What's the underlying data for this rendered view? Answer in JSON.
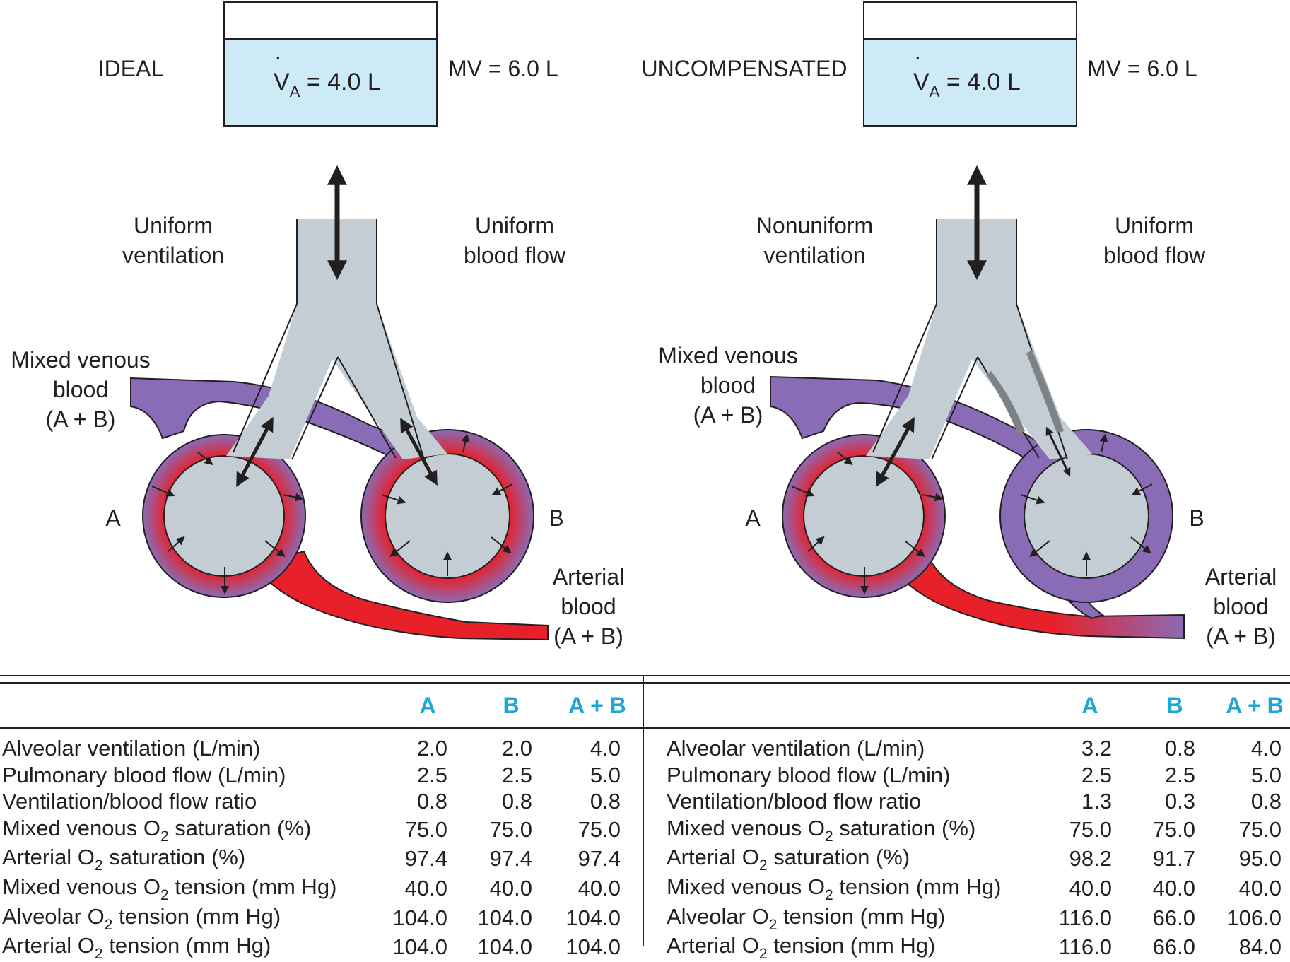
{
  "panels": [
    {
      "title": "IDEAL",
      "va_symbol": "V",
      "va_subscript": "A",
      "va_value": "= 4.0 L",
      "mv": "MV = 6.0 L",
      "ventilation_label": [
        "Uniform",
        "ventilation"
      ],
      "bloodflow_label": [
        "Uniform",
        "blood flow"
      ],
      "mixed_venous_label": [
        "Mixed venous",
        "blood",
        "(A + B)"
      ],
      "arterial_label": [
        "Arterial",
        "blood",
        "(A + B)"
      ],
      "unit_a": "A",
      "unit_b": "B"
    },
    {
      "title": "UNCOMPENSATED",
      "va_symbol": "V",
      "va_subscript": "A",
      "va_value": "= 4.0 L",
      "mv": "MV = 6.0 L",
      "ventilation_label": [
        "Nonuniform",
        "ventilation"
      ],
      "bloodflow_label": [
        "Uniform",
        "blood flow"
      ],
      "mixed_venous_label": [
        "Mixed venous",
        "blood",
        "(A + B)"
      ],
      "arterial_label": [
        "Arterial",
        "blood",
        "(A + B)"
      ],
      "unit_a": "A",
      "unit_b": "B"
    }
  ],
  "table_headers": [
    "A",
    "B",
    "A + B"
  ],
  "row_labels": [
    {
      "pre": "Alveolar ventilation (L/min)",
      "sub": "",
      "post": ""
    },
    {
      "pre": "Pulmonary blood flow (L/min)",
      "sub": "",
      "post": ""
    },
    {
      "pre": "Ventilation/blood flow ratio",
      "sub": "",
      "post": ""
    },
    {
      "pre": "Mixed venous O",
      "sub": "2",
      "post": " saturation (%)"
    },
    {
      "pre": "Arterial O",
      "sub": "2",
      "post": " saturation (%)"
    },
    {
      "pre": "Mixed venous O",
      "sub": "2",
      "post": " tension (mm Hg)"
    },
    {
      "pre": "Alveolar O",
      "sub": "2",
      "post": " tension (mm Hg)"
    },
    {
      "pre": "Arterial O",
      "sub": "2",
      "post": " tension (mm Hg)"
    }
  ],
  "ideal_values": [
    [
      "2.0",
      "2.0",
      "4.0"
    ],
    [
      "2.5",
      "2.5",
      "5.0"
    ],
    [
      "0.8",
      "0.8",
      "0.8"
    ],
    [
      "75.0",
      "75.0",
      "75.0"
    ],
    [
      "97.4",
      "97.4",
      "97.4"
    ],
    [
      "40.0",
      "40.0",
      "40.0"
    ],
    [
      "104.0",
      "104.0",
      "104.0"
    ],
    [
      "104.0",
      "104.0",
      "104.0"
    ]
  ],
  "uncompensated_values": [
    [
      "3.2",
      "0.8",
      "4.0"
    ],
    [
      "2.5",
      "2.5",
      "5.0"
    ],
    [
      "1.3",
      "0.3",
      "0.8"
    ],
    [
      "75.0",
      "75.0",
      "75.0"
    ],
    [
      "98.2",
      "91.7",
      "95.0"
    ],
    [
      "40.0",
      "40.0",
      "40.0"
    ],
    [
      "116.0",
      "66.0",
      "106.0"
    ],
    [
      "116.0",
      "66.0",
      "84.0"
    ]
  ],
  "colors": {
    "airway": "#c3cdd3",
    "outline": "#231f20",
    "venous": "#8a6bb5",
    "arterial": "#e8202a",
    "box_fill": "#cdeaf7",
    "header_blue": "#1ea6d9",
    "obstruction": "#7d8287"
  }
}
